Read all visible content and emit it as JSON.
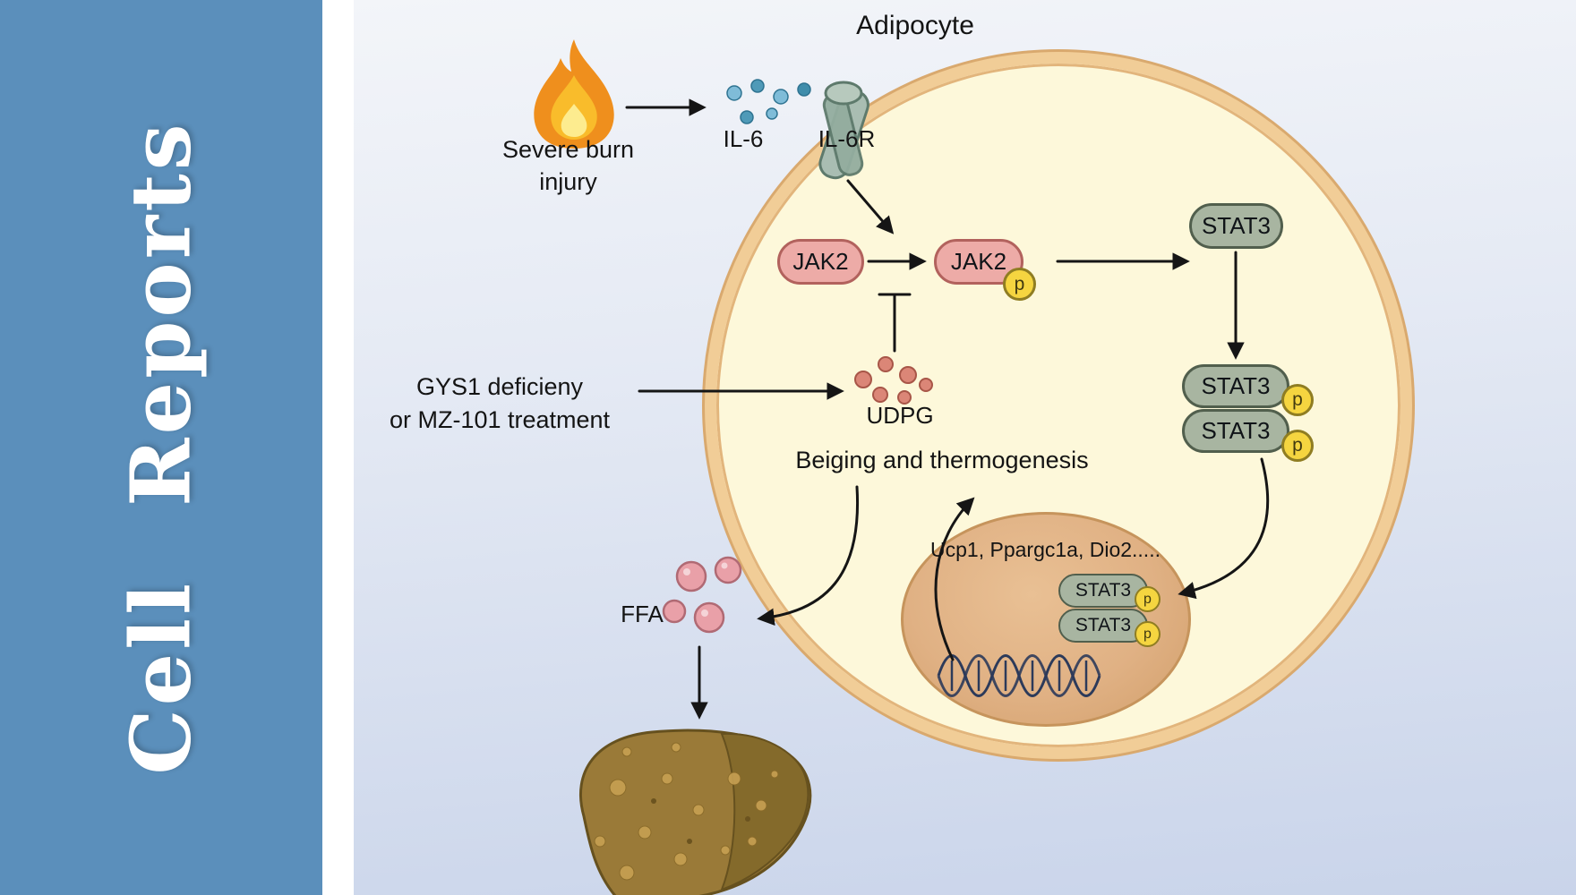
{
  "journal": {
    "title": "Cell Reports"
  },
  "diagram": {
    "cell_label": "Adipocyte",
    "stimulus": {
      "line1": "Severe burn",
      "line2": "injury"
    },
    "il6": {
      "label": "IL-6"
    },
    "il6r": {
      "label": "IL-6R"
    },
    "jak2": {
      "label": "JAK2"
    },
    "phospho": {
      "label": "p"
    },
    "stat3": {
      "label": "STAT3"
    },
    "intervention": {
      "line1": "GYS1 deficieny",
      "line2": "or MZ-101 treatment"
    },
    "udpg": {
      "label": "UDPG"
    },
    "beiging": {
      "label": "Beiging and thermogenesis"
    },
    "genes": {
      "label": "Ucp1, Ppargc1a, Dio2....."
    },
    "ffa": {
      "label": "FFA"
    },
    "colors": {
      "sidebar_blue": "#5b8fbb",
      "background_top": "#f3f5f9",
      "background_bottom": "#c9d4ea",
      "cell_fill": "#fdf8da",
      "cell_border": "#f1cd97",
      "jak2_fill": "#edaba7",
      "jak2_border": "#b2625d",
      "stat3_fill": "#a8b5a1",
      "stat3_border": "#515f4d",
      "phospho_fill": "#f5d540",
      "phospho_border": "#8f7d22",
      "nucleus_fill": "#e0b184",
      "udpg_dot": "#db8677",
      "ffa_dot": "#e9a0a8",
      "il6_dot_light": "#7fbcd8",
      "il6_dot_dark": "#4f9ab8",
      "liver_brown": "#9a7a38",
      "arrow": "#151515"
    }
  }
}
